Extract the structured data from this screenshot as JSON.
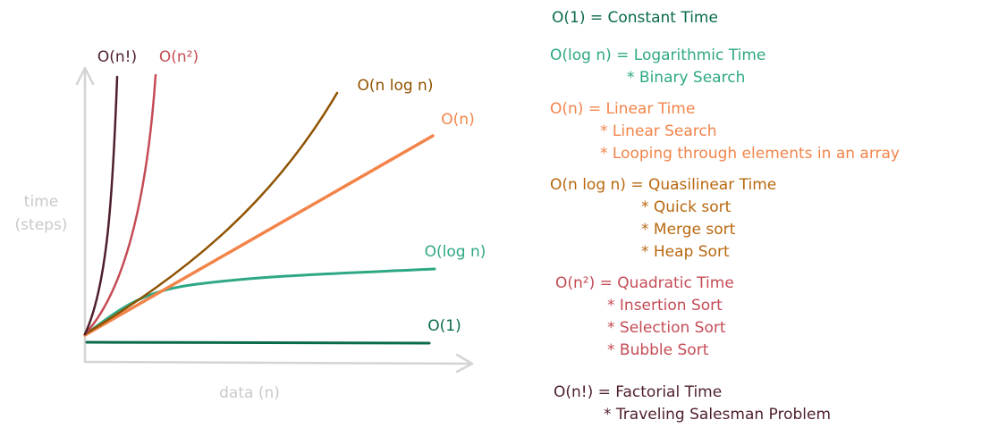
{
  "chart_data": {
    "type": "line",
    "xlabel": "data (n)",
    "ylabel": [
      "time",
      "(steps)"
    ],
    "grid": false,
    "series": [
      {
        "name": "O(1)",
        "color": "#0a6b4c"
      },
      {
        "name": "O(log n)",
        "color": "#2ea884"
      },
      {
        "name": "O(n)",
        "color": "#f2844a"
      },
      {
        "name": "O(n log n)",
        "color": "#8f5200"
      },
      {
        "name": "O(n²)",
        "color": "#c54b55"
      },
      {
        "name": "O(n!)",
        "color": "#4e1f2a"
      }
    ]
  },
  "legend": {
    "groups": [
      {
        "id": "const",
        "heading": "O(1) = Constant Time",
        "items": []
      },
      {
        "id": "log",
        "heading": "O(log n) = Logarithmic Time",
        "items": [
          "* Binary Search"
        ]
      },
      {
        "id": "lin",
        "heading": "O(n) = Linear Time",
        "items": [
          "* Linear Search",
          "* Looping through elements in an array"
        ]
      },
      {
        "id": "nlog",
        "heading": "O(n log n) = Quasilinear Time",
        "items": [
          "* Quick sort",
          "* Merge sort",
          "* Heap Sort"
        ]
      },
      {
        "id": "quad",
        "heading": "O(n²) = Quadratic Time",
        "items": [
          "* Insertion Sort",
          "* Selection Sort",
          "* Bubble Sort"
        ]
      },
      {
        "id": "fact",
        "heading": "O(n!) = Factorial Time",
        "items": [
          "* Traveling Salesman Problem"
        ]
      }
    ]
  }
}
